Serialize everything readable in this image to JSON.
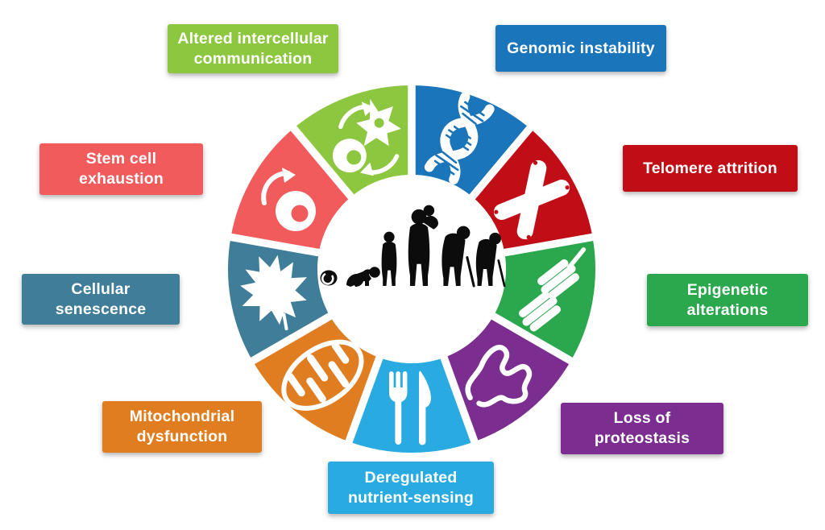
{
  "figure": {
    "type": "circular-hallmarks-diagram",
    "background_color": "#ffffff",
    "center_icon": "human-aging-silhouettes",
    "segment_count": 9
  },
  "hallmarks": [
    {
      "id": "genomic-instability",
      "label": "Genomic instability",
      "color": "#1b75bb",
      "icon": "dna-icon",
      "start_deg": 0,
      "end_deg": 40
    },
    {
      "id": "telomere-attrition",
      "label": "Telomere attrition",
      "color": "#c00d16",
      "icon": "chromosome-icon",
      "start_deg": 40,
      "end_deg": 80
    },
    {
      "id": "epigenetic-alterations",
      "label": "Epigenetic\nalterations",
      "color": "#2ba84d",
      "icon": "nucleosome-icon",
      "start_deg": 80,
      "end_deg": 120
    },
    {
      "id": "loss-of-proteostasis",
      "label": "Loss of\nproteostasis",
      "color": "#7b2e8f",
      "icon": "protein-icon",
      "start_deg": 120,
      "end_deg": 160
    },
    {
      "id": "deregulated-nutrient-sensing",
      "label": "Deregulated\nnutrient-sensing",
      "color": "#29abe2",
      "icon": "fork-knife-icon",
      "start_deg": 160,
      "end_deg": 200
    },
    {
      "id": "mitochondrial-dysfunction",
      "label": "Mitochondrial\ndysfunction",
      "color": "#e07d20",
      "icon": "mitochondria-icon",
      "start_deg": 200,
      "end_deg": 240
    },
    {
      "id": "cellular-senescence",
      "label": "Cellular\nsenescence",
      "color": "#3f7d99",
      "icon": "maple-leaf-icon",
      "start_deg": 240,
      "end_deg": 280
    },
    {
      "id": "stem-cell-exhaustion",
      "label": "Stem cell\nexhaustion",
      "color": "#f15b5c",
      "icon": "cell-cycle-icon",
      "start_deg": 280,
      "end_deg": 320
    },
    {
      "id": "altered-intercellular-communication",
      "label": "Altered intercellular\ncommunication",
      "color": "#8dc63f",
      "icon": "cell-communication-icon",
      "start_deg": 320,
      "end_deg": 360
    }
  ]
}
